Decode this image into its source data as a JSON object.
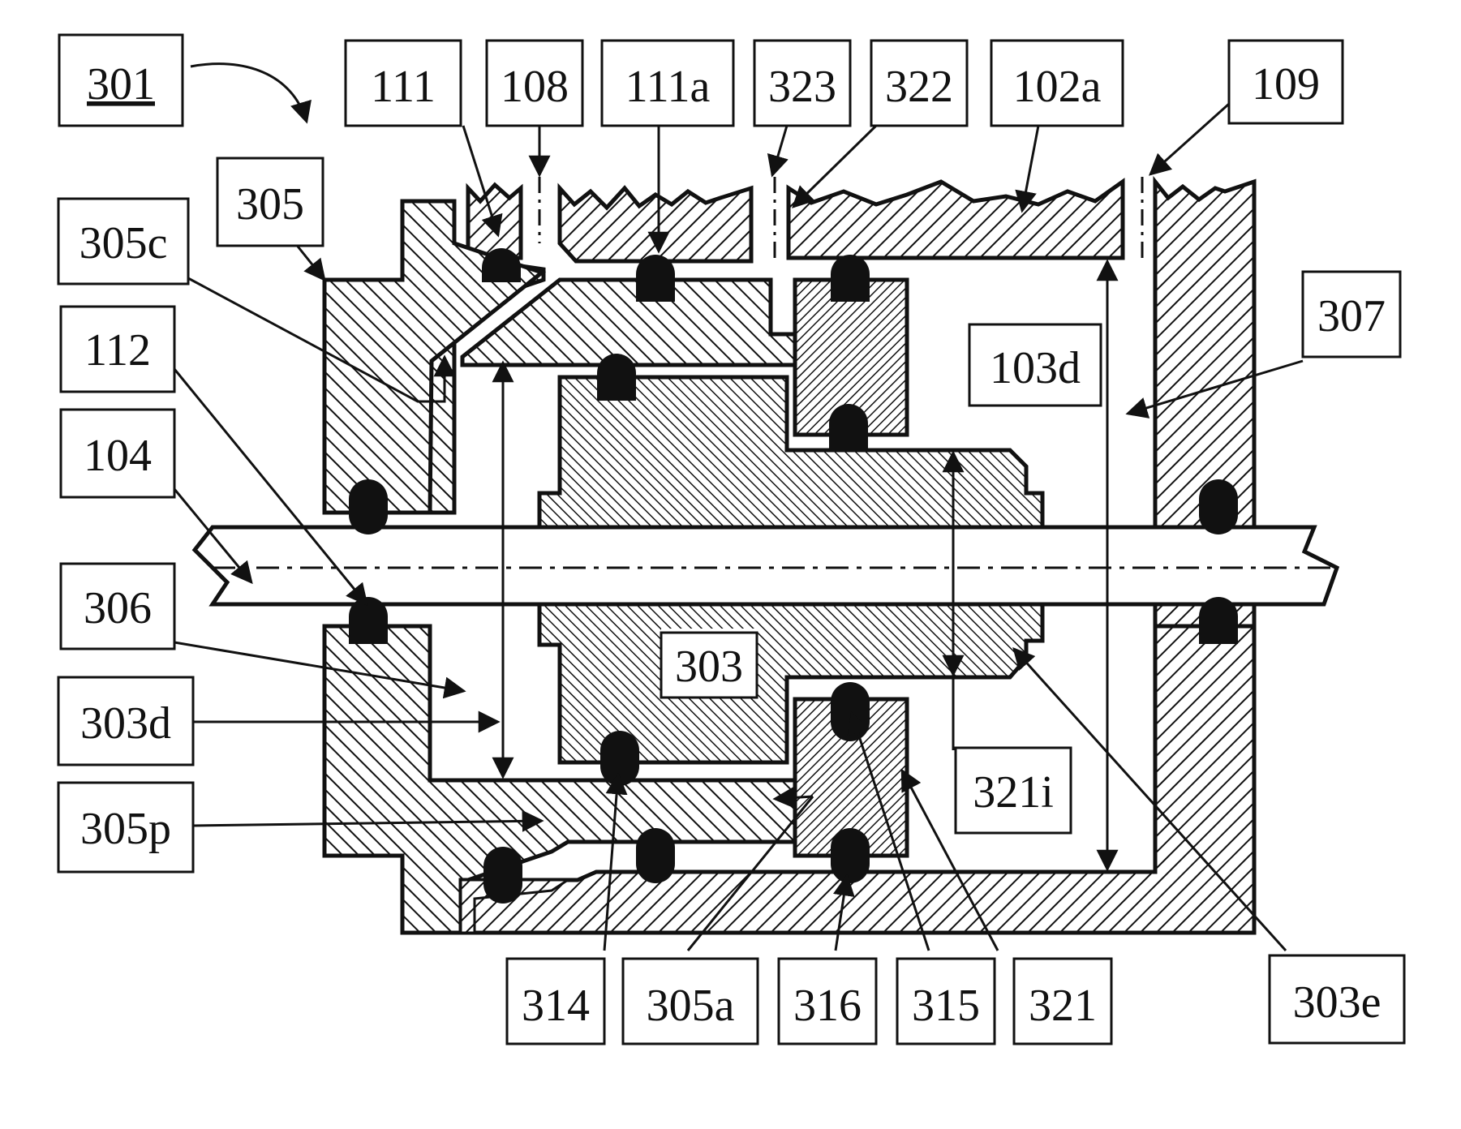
{
  "labels": {
    "l301": "301",
    "l111": "111",
    "l108": "108",
    "l111a": "111a",
    "l323": "323",
    "l322": "322",
    "l102a": "102a",
    "l109": "109",
    "l305": "305",
    "l305c": "305c",
    "l307": "307",
    "l112": "112",
    "l103d": "103d",
    "l104": "104",
    "l306": "306",
    "l303": "303",
    "l303d": "303d",
    "l321i": "321i",
    "l305p": "305p",
    "l314": "314",
    "l305a": "305a",
    "l316": "316",
    "l315": "315",
    "l321": "321",
    "l303e": "303e"
  }
}
